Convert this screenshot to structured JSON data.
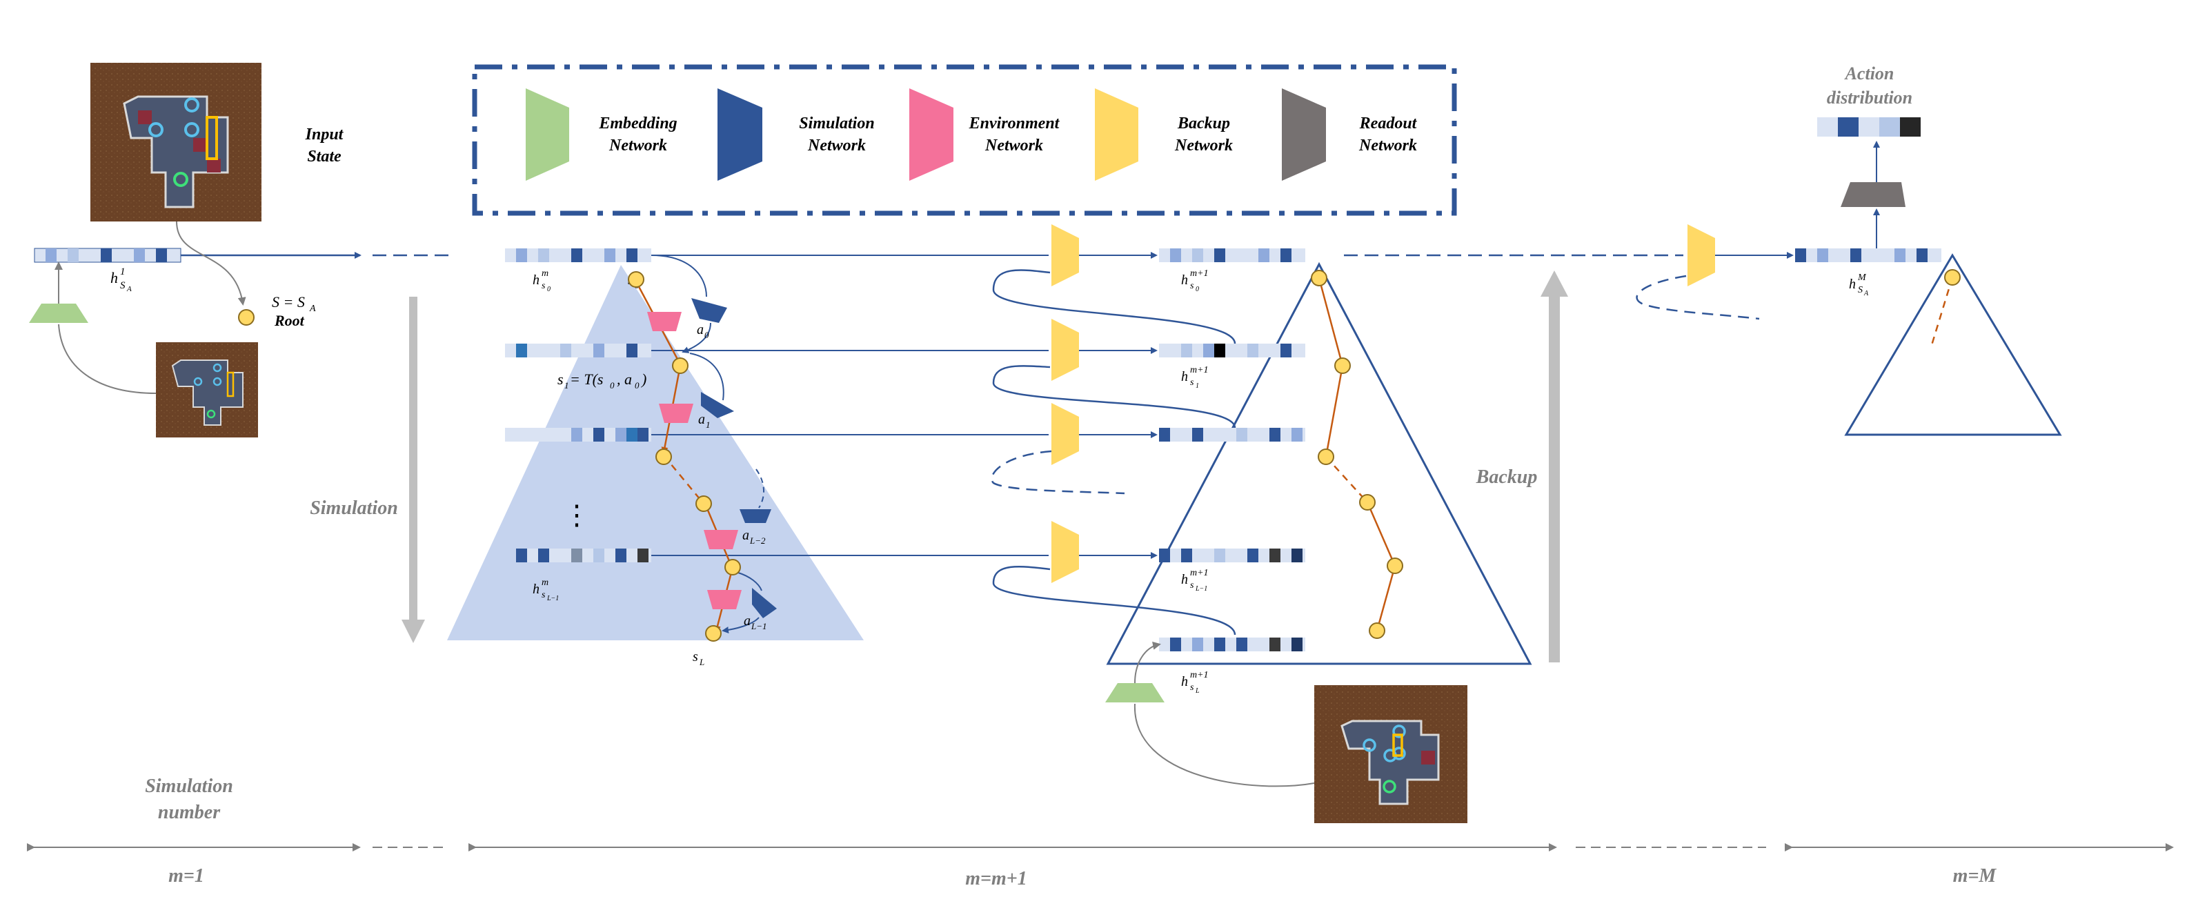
{
  "legend": {
    "items": [
      {
        "key": "embedding",
        "label_line1": "Embedding",
        "label_line2": "Network",
        "color": "#a9d18e"
      },
      {
        "key": "simulation",
        "label_line1": "Simulation",
        "label_line2": "Network",
        "color": "#2f5597"
      },
      {
        "key": "environment",
        "label_line1": "Environment",
        "label_line2": "Network",
        "color": "#f4719a"
      },
      {
        "key": "backup",
        "label_line1": "Backup",
        "label_line2": "Network",
        "color": "#ffd966"
      },
      {
        "key": "readout",
        "label_line1": "Readout",
        "label_line2": "Network",
        "color": "#767171"
      }
    ]
  },
  "labels": {
    "input_state_1": "Input",
    "input_state_2": "State",
    "root_eq": "S = S",
    "root_eq_sub": "A",
    "root": "Root",
    "simulation": "Simulation",
    "backup": "Backup",
    "action_dist_1": "Action",
    "action_dist_2": "distribution",
    "sim_number_1": "Simulation",
    "sim_number_2": "number",
    "m1": "m=1",
    "mm1": "m=m+1",
    "mM": "m=M",
    "s1_eq": "s",
    "s1_eq_rest": " = T(s",
    "s1_eq_end": ", a",
    "s1_eq_close": ")"
  },
  "math": {
    "h": "h",
    "sup_1": "1",
    "sup_m": "m",
    "sup_m1": "m+1",
    "sup_M": "M",
    "sub_SA": "S",
    "sub_A": "A",
    "s": "s",
    "a": "a",
    "idx_0": "0",
    "idx_1": "1",
    "idx_L": "L",
    "idx_L1": "L−1",
    "idx_L2": "L−2",
    "dots": "⋮"
  },
  "colors": {
    "dark_blue": "#2f5597",
    "light_blue_tri": "#c5d3ee",
    "node_fill": "#ffd966",
    "node_stroke": "#8c6d1f",
    "orange_path": "#c55a11",
    "gray_arrow": "#bfbfbf",
    "board_bg": "#6b4226"
  }
}
